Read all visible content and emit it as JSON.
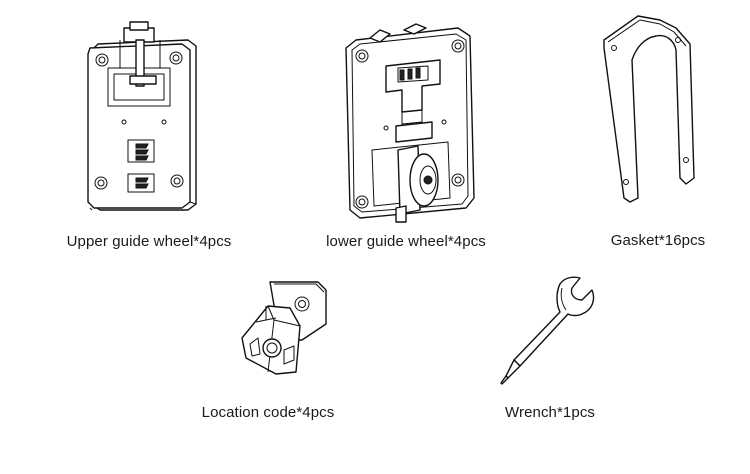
{
  "parts": [
    {
      "id": "upper-guide-wheel",
      "label": "Upper guide wheel*4pcs"
    },
    {
      "id": "lower-guide-wheel",
      "label": "lower guide wheel*4pcs"
    },
    {
      "id": "gasket",
      "label": "Gasket*16pcs"
    },
    {
      "id": "location-code",
      "label": "Location code*4pcs"
    },
    {
      "id": "wrench",
      "label": "Wrench*1pcs"
    }
  ]
}
